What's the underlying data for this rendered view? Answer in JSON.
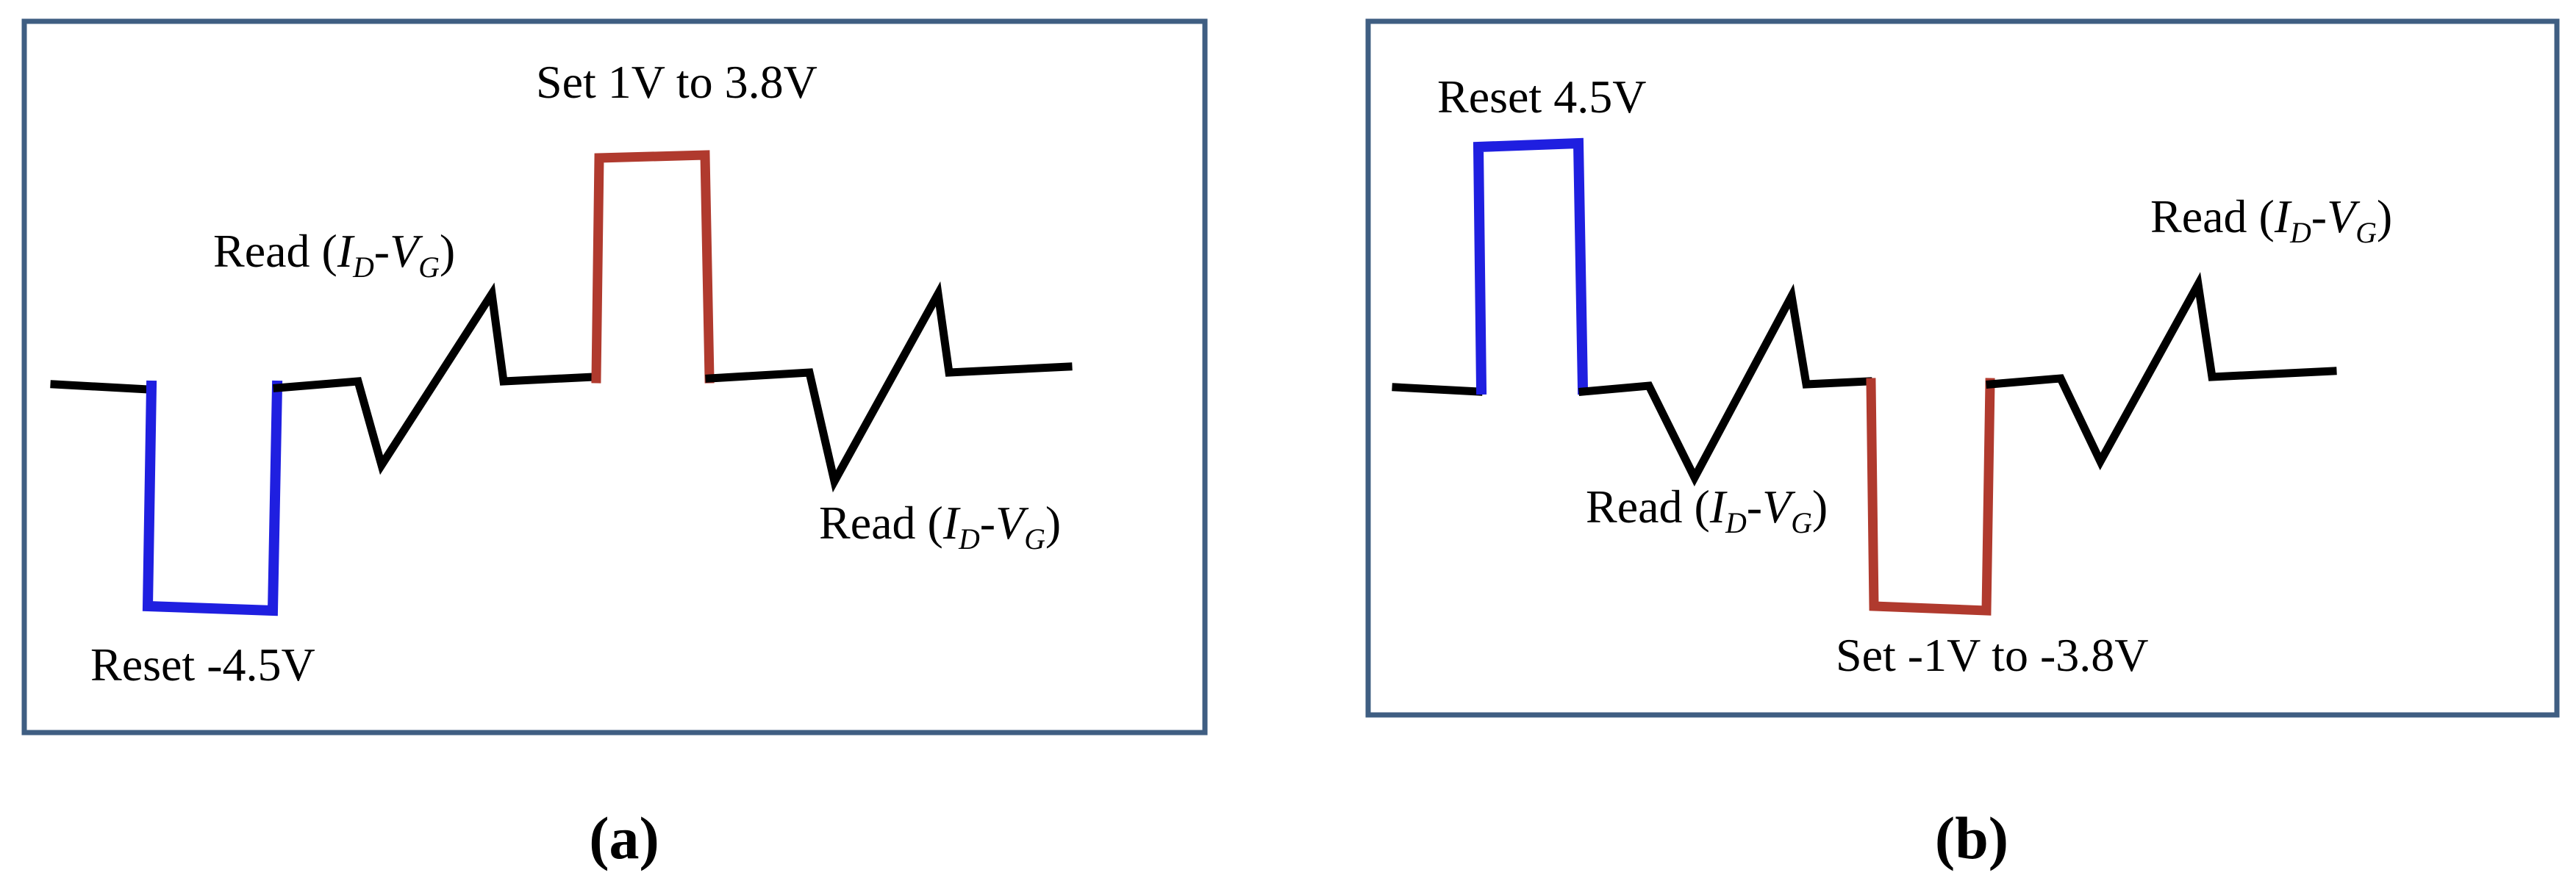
{
  "colors": {
    "stroke_black": "#000000",
    "reset_blue": "#1f1fe0",
    "set_red": "#b03a2e",
    "panel_border": "#3f5e82"
  },
  "panel_a": {
    "caption": "(a)",
    "labels": {
      "set": "Set 1V to 3.8V",
      "reset": "Reset -4.5V"
    }
  },
  "panel_b": {
    "caption": "(b)",
    "labels": {
      "reset": "Reset 4.5V",
      "set": "Set -1V to -3.8V"
    }
  },
  "read_label": {
    "prefix": "Read (",
    "i_sym": "I",
    "d_sub": "D",
    "dash": "-",
    "v_sym": "V",
    "g_sub": "G",
    "suffix": ")"
  }
}
